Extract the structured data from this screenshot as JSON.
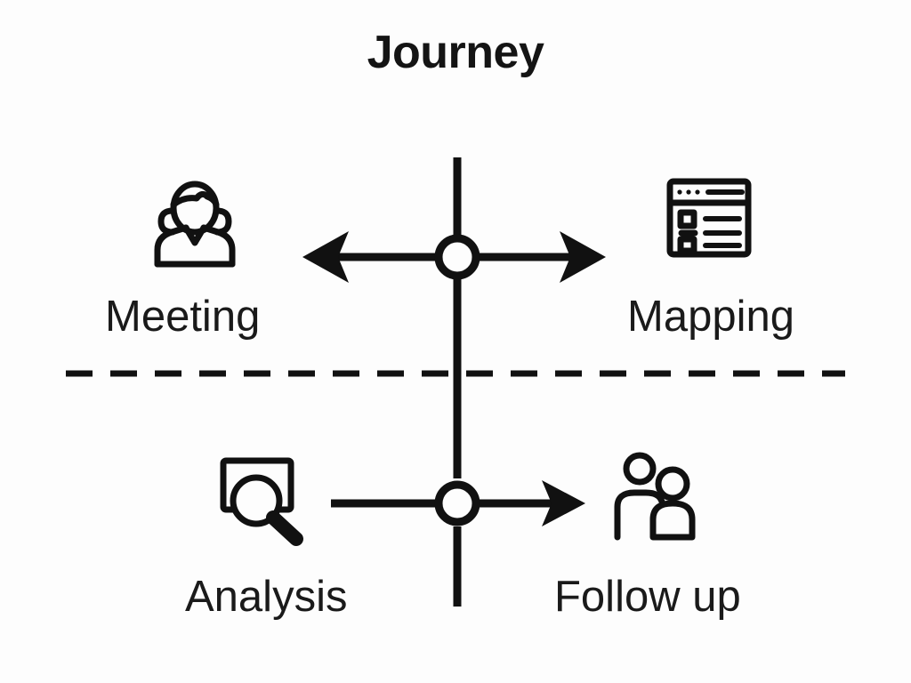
{
  "diagram": {
    "title": "Journey",
    "type": "flow-diagram",
    "background_color": "#fdfdfd",
    "stroke_color": "#111111",
    "text_color": "#1a1a1a",
    "nodes": [
      {
        "id": "meeting",
        "label": "Meeting",
        "icon": "person-avatar-icon",
        "quadrant": "top-left"
      },
      {
        "id": "mapping",
        "label": "Mapping",
        "icon": "browser-wireframe-icon",
        "quadrant": "top-right"
      },
      {
        "id": "analysis",
        "label": "Analysis",
        "icon": "magnifier-document-icon",
        "quadrant": "bottom-left"
      },
      {
        "id": "followup",
        "label": "Follow up",
        "icon": "two-people-icon",
        "quadrant": "bottom-right"
      }
    ],
    "junctions": [
      {
        "id": "upper-junction",
        "shape": "hollow-circle",
        "arrows": "bidirectional-horizontal"
      },
      {
        "id": "lower-junction",
        "shape": "hollow-circle",
        "arrows": "right-only"
      }
    ],
    "divider": {
      "style": "dashed",
      "orientation": "horizontal"
    }
  }
}
